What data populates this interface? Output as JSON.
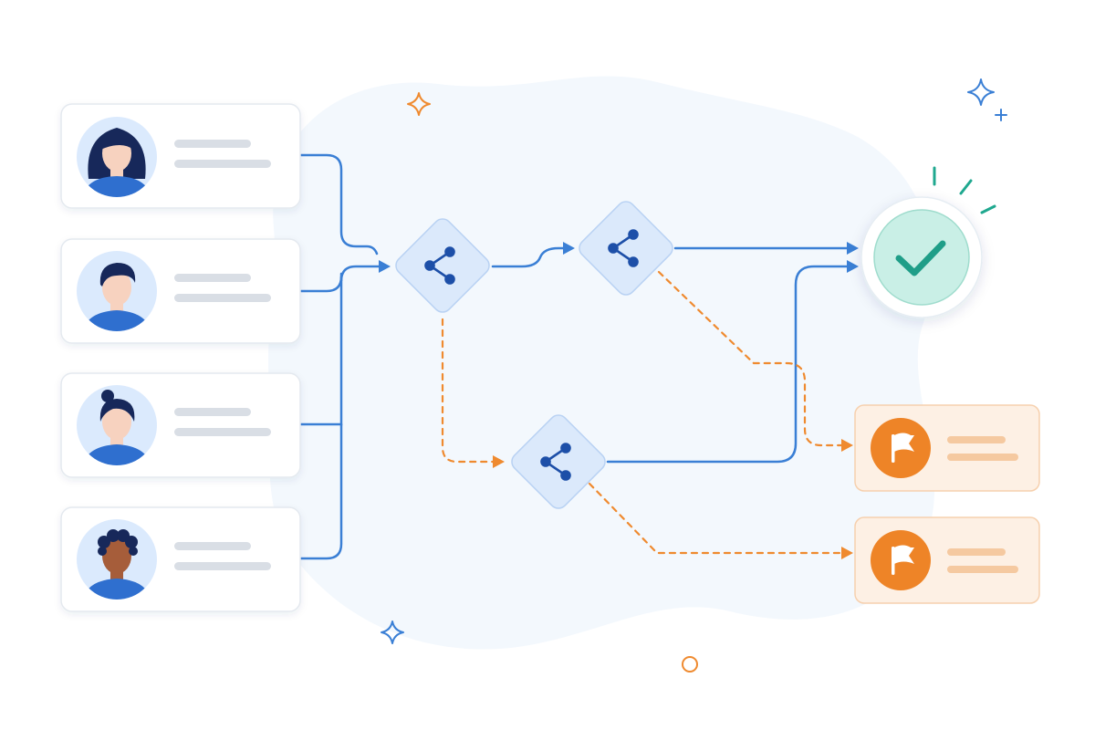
{
  "palette": {
    "blob": "#f3f8fd",
    "card_border": "#e4e9ef",
    "placeholder": "#d9dee5",
    "avatar_bg": "#dbeafd",
    "shirt": "#2f6fcf",
    "hair": "#17285a",
    "skin_light": "#f7d2bf",
    "skin_dark": "#a65d3a",
    "blue_line": "#3a7fd5",
    "orange_line": "#ef8a2f",
    "diamond_fill": "#dbe9fb",
    "diamond_stroke": "#b9d2f3",
    "branch_icon": "#1d4fa8",
    "check_fill": "#c9efe6",
    "check_mark": "#1f9e88",
    "flag_card_bg": "#fdf0e4",
    "flag_card_border": "#f6d0ae",
    "flag_placeholder": "#f5c9a0",
    "flag_circle": "#ee8427",
    "sparkle_orange": "#ef8a2f",
    "sparkle_blue": "#3a7fd5",
    "burst": "#1fa88f"
  },
  "people": [
    {
      "avatar": "person-woman-long-hair-avatar",
      "skin": "skin_light"
    },
    {
      "avatar": "person-man-short-hair-avatar",
      "skin": "skin_light"
    },
    {
      "avatar": "person-woman-bun-avatar",
      "skin": "skin_light"
    },
    {
      "avatar": "person-curly-hair-avatar",
      "skin": "skin_dark"
    }
  ],
  "nodes": {
    "decision_icon": "branch-icon",
    "approved_icon": "checkmark-icon",
    "flag_icon": "flag-icon"
  },
  "decorations": [
    "sparkle-icon",
    "plus-icon",
    "ring-icon"
  ]
}
